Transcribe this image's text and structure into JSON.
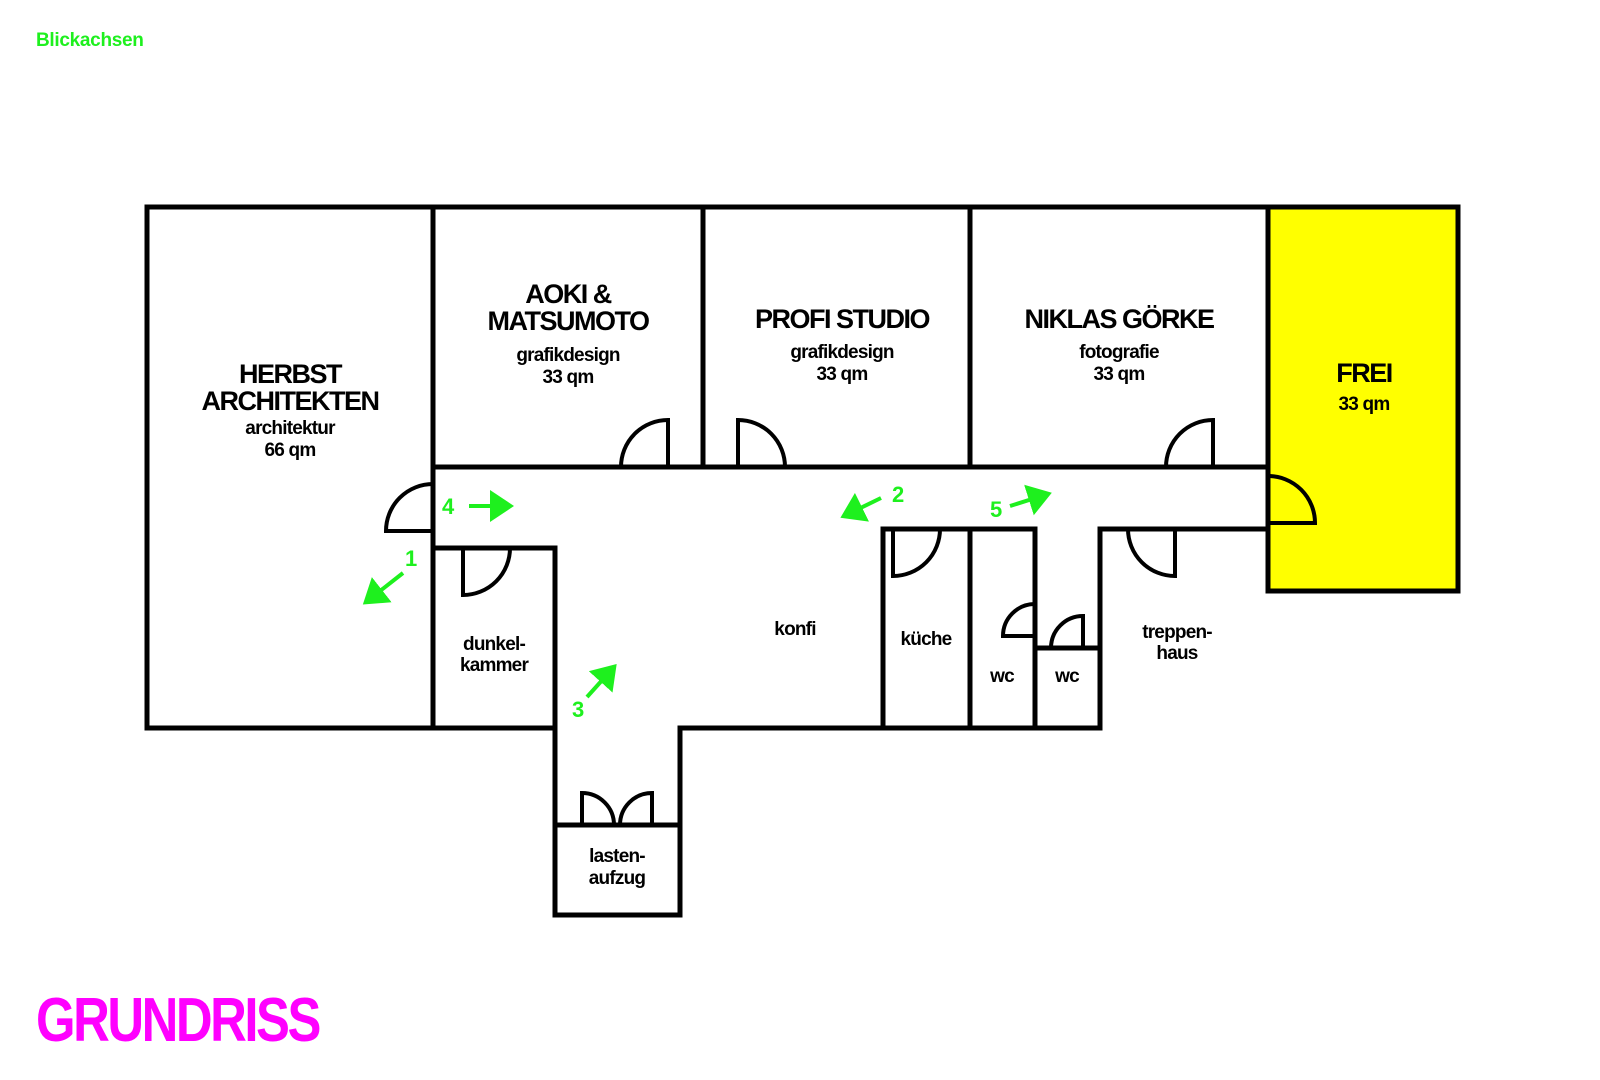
{
  "header": {
    "label": "Blickachsen"
  },
  "footer": {
    "title": "GRUNDRISS"
  },
  "colors": {
    "accent_green": "#1ef01e",
    "accent_magenta": "#ff00ff",
    "free_yellow": "#ffff00",
    "wall": "#000000"
  },
  "rooms": {
    "herbst": {
      "name1": "HERBST",
      "name2": "ARCHITEKTEN",
      "type": "architektur",
      "area": "66 qm"
    },
    "aoki": {
      "name1": "AOKI &",
      "name2": "MATSUMOTO",
      "type": "grafikdesign",
      "area": "33 qm"
    },
    "profi": {
      "name1": "PROFI STUDIO",
      "type": "grafikdesign",
      "area": "33 qm"
    },
    "niklas": {
      "name1": "NIKLAS GÖRKE",
      "type": "fotografie",
      "area": "33 qm"
    },
    "frei": {
      "name1": "FREI",
      "area": "33 qm"
    },
    "dunkelkammer": {
      "line1": "dunkel-",
      "line2": "kammer"
    },
    "konfi": {
      "line1": "konfi"
    },
    "kueche": {
      "line1": "küche"
    },
    "wc1": {
      "line1": "wc"
    },
    "wc2": {
      "line1": "wc"
    },
    "treppenhaus": {
      "line1": "treppen-",
      "line2": "haus"
    },
    "lastenaufzug": {
      "line1": "lasten-",
      "line2": "aufzug"
    }
  },
  "sightlines": [
    {
      "number": "1"
    },
    {
      "number": "2"
    },
    {
      "number": "3"
    },
    {
      "number": "4"
    },
    {
      "number": "5"
    }
  ]
}
